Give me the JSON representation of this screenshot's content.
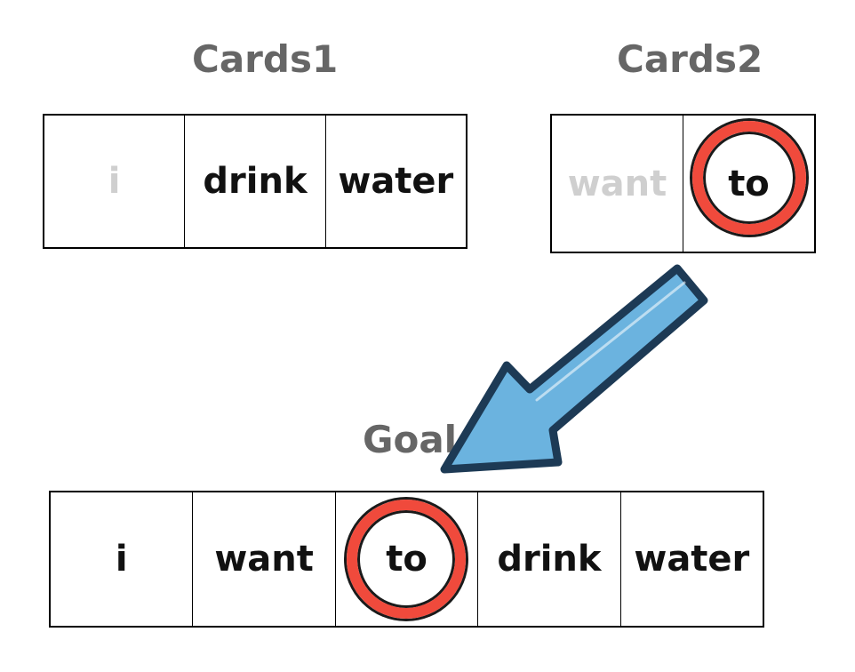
{
  "labels": {
    "cards1": "Cards1",
    "cards2": "Cards2",
    "goal": "Goal"
  },
  "cards1": [
    {
      "text": "i",
      "faded": true
    },
    {
      "text": "drink",
      "faded": false
    },
    {
      "text": "water",
      "faded": false
    }
  ],
  "cards2": [
    {
      "text": "want",
      "faded": true
    },
    {
      "text": "to",
      "faded": false,
      "circled": true
    }
  ],
  "goal": [
    {
      "text": "i"
    },
    {
      "text": "want"
    },
    {
      "text": "to",
      "circled": true
    },
    {
      "text": "drink"
    },
    {
      "text": "water"
    }
  ],
  "colors": {
    "label": "#666666",
    "ring": "#f04a3c",
    "arrow_fill": "#6bb3df",
    "arrow_stroke": "#1d3a55",
    "faded_text": "#cfcfcf"
  }
}
